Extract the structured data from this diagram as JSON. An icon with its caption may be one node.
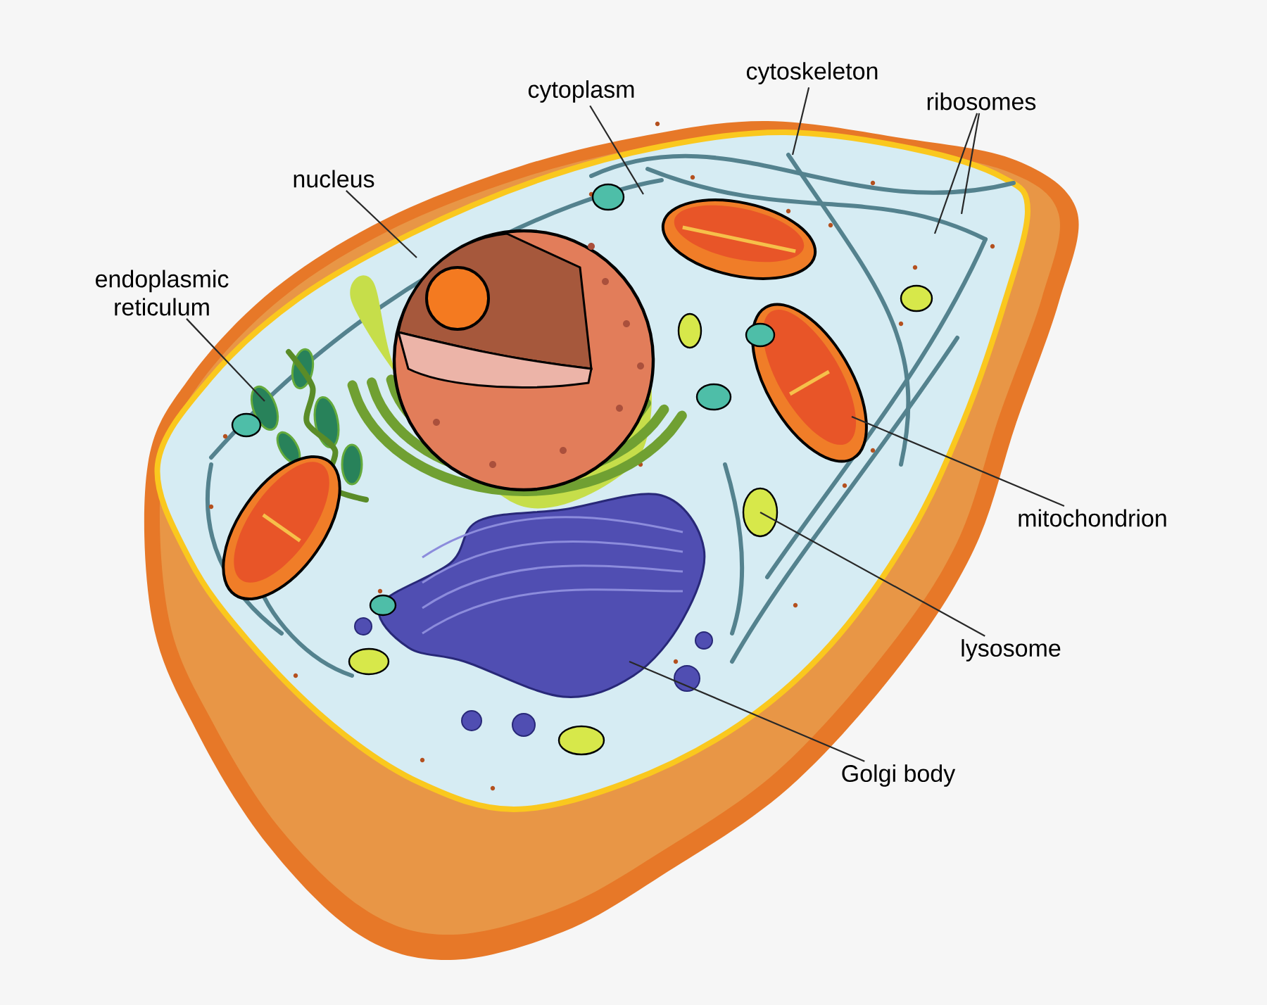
{
  "diagram": {
    "nodes": [
      {
        "text": [
          "cytoplasm"
        ]
      },
      {
        "text": [
          "cytoskeleton"
        ]
      },
      {
        "text": [
          "ribosomes"
        ]
      },
      {
        "text": [
          "nucleus"
        ]
      },
      {
        "text": [
          "endoplasmic reticulum"
        ]
      },
      {
        "text": [
          "mitochondrion"
        ]
      },
      {
        "text": [
          "lysosome"
        ]
      },
      {
        "text": [
          "Golgi body"
        ]
      }
    ],
    "edges": [
      {
        "from": 0,
        "to": null,
        "arrow": "none"
      },
      {
        "from": 1,
        "to": null,
        "arrow": "none"
      },
      {
        "from": 2,
        "to": null,
        "arrow": "none"
      },
      {
        "from": 2,
        "to": null,
        "arrow": "none"
      },
      {
        "from": 3,
        "to": null,
        "arrow": "none"
      },
      {
        "from": 4,
        "to": null,
        "arrow": "none"
      },
      {
        "from": 5,
        "to": null,
        "arrow": "none"
      },
      {
        "from": 6,
        "to": null,
        "arrow": "none"
      },
      {
        "from": 7,
        "to": null,
        "arrow": "none"
      }
    ]
  }
}
